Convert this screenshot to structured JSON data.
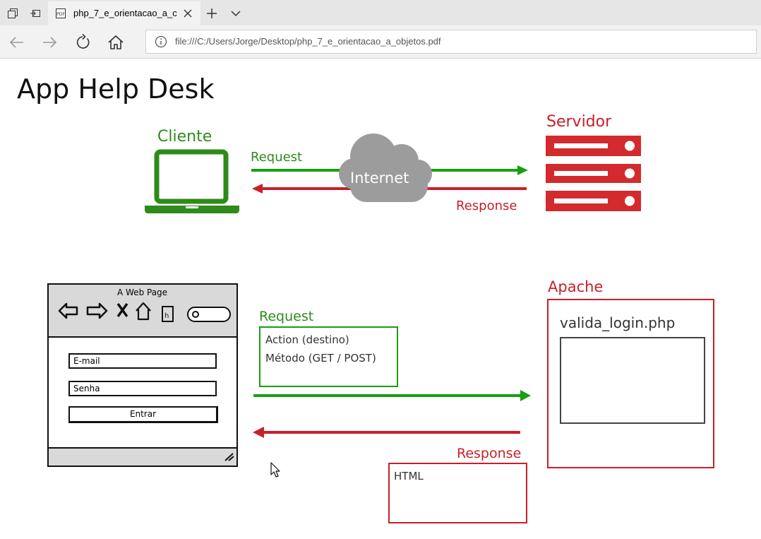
{
  "browser": {
    "tab_title": "php_7_e_orientacao_a_c",
    "address": "file:///C:/Users/Jorge/Desktop/php_7_e_orientacao_a_objetos.pdf",
    "tab_icon_label": "PDF"
  },
  "slide": {
    "title": "App Help Desk",
    "top_diagram": {
      "client_label": "Cliente",
      "server_label": "Servidor",
      "cloud_label": "Internet",
      "request_label": "Request",
      "response_label": "Response"
    },
    "bottom_diagram": {
      "web_page_title": "A Web Page",
      "email_field": "E-mail",
      "password_field": "Senha",
      "submit_button": "Entrar",
      "request_label": "Request",
      "request_action": "Action (destino)",
      "request_method": "Método (GET / POST)",
      "server_label": "Apache",
      "script_name": "valida_login.php",
      "response_label": "Response",
      "response_content": "HTML"
    }
  },
  "colors": {
    "green": "#2e8b1a",
    "red": "#c8202a",
    "cloud": "#9c9c9c"
  }
}
